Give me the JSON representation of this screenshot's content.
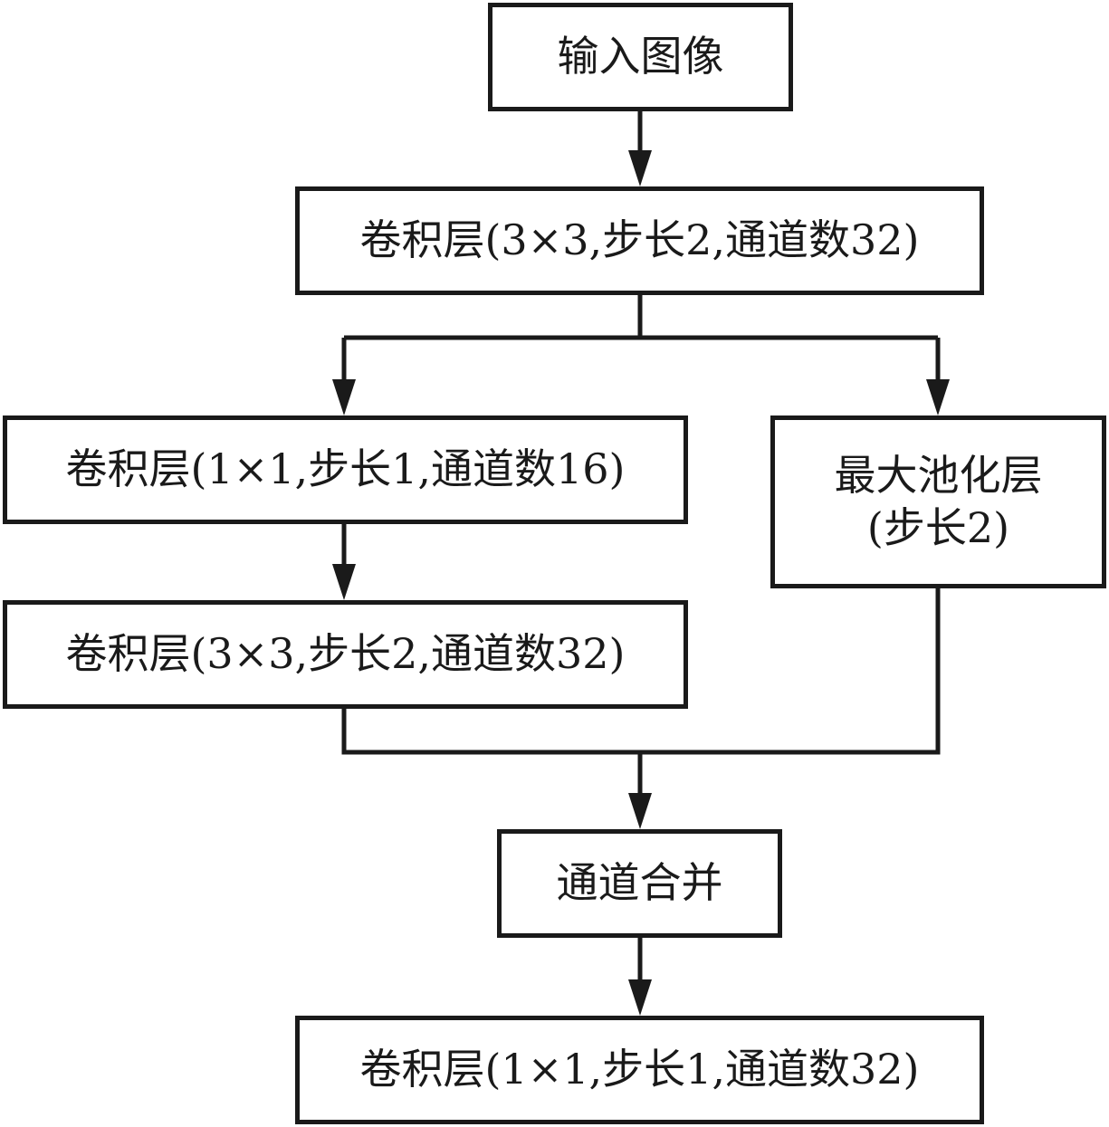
{
  "nodes": {
    "input": "输入图像",
    "conv1": "卷积层(3×3,步长2,通道数32)",
    "conv2": "卷积层(1×1,步长1,通道数16)",
    "pool": {
      "line1": "最大池化层",
      "line2": "(步长2)"
    },
    "conv3": "卷积层(3×3,步长2,通道数32)",
    "concat": "通道合并",
    "conv4": "卷积层(1×1,步长1,通道数32)"
  },
  "edges": [
    {
      "from": "input",
      "to": "conv1"
    },
    {
      "from": "conv1",
      "to": "conv2"
    },
    {
      "from": "conv1",
      "to": "pool"
    },
    {
      "from": "conv2",
      "to": "conv3"
    },
    {
      "from": "conv3",
      "to": "concat"
    },
    {
      "from": "pool",
      "to": "concat"
    },
    {
      "from": "concat",
      "to": "conv4"
    }
  ],
  "colors": {
    "stroke": "#1a1a1a",
    "background": "#ffffff"
  }
}
